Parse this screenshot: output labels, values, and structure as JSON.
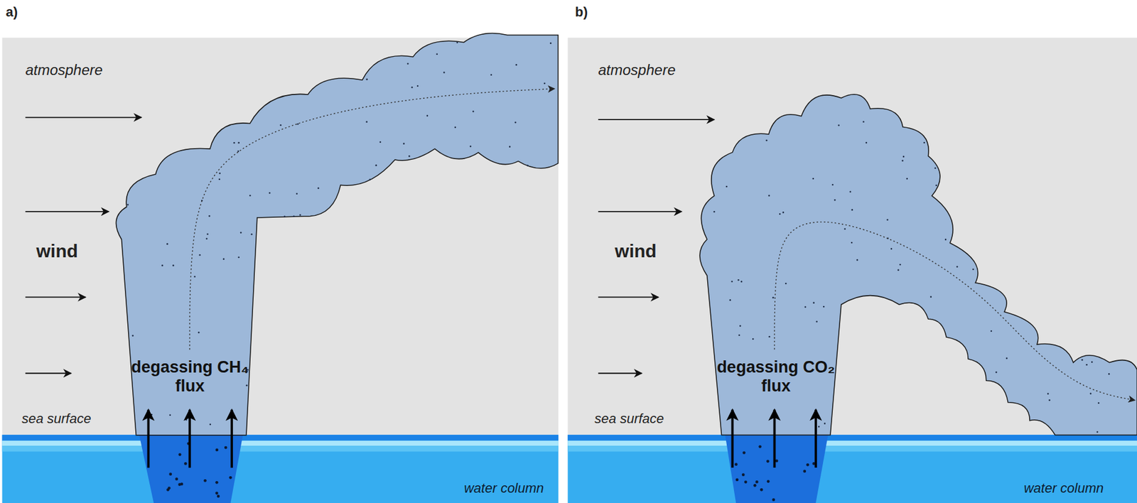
{
  "diagram": {
    "nodes": [
      {
        "text": [
          "degassing CH₄ flux"
        ]
      },
      {
        "text": [
          "degassing CO₂ flux"
        ]
      }
    ],
    "labels": [
      "a)",
      "atmosphere",
      "wind",
      "sea surface",
      "water column",
      "b)",
      "atmosphere",
      "wind",
      "sea surface",
      "water column"
    ]
  }
}
